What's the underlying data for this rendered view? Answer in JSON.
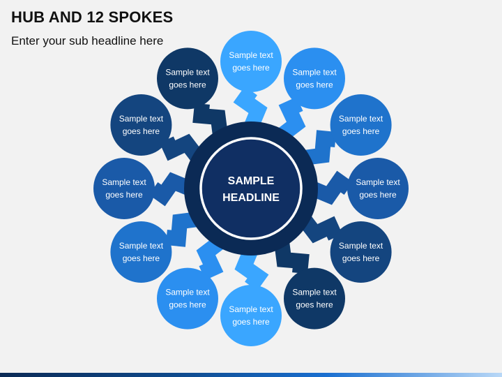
{
  "header": {
    "title": "HUB AND 12 SPOKES",
    "subtitle": "Enter your sub headline here"
  },
  "hub": {
    "line1": "SAMPLE",
    "line2": "HEADLINE",
    "outer_color": "#0b2a55",
    "inner_color": "#102f63"
  },
  "spokes": [
    {
      "line1": "Sample text",
      "line2": "goes here",
      "color": "#3aa6ff"
    },
    {
      "line1": "Sample text",
      "line2": "goes here",
      "color": "#2b8ff0"
    },
    {
      "line1": "Sample text",
      "line2": "goes here",
      "color": "#1f73cc"
    },
    {
      "line1": "Sample text",
      "line2": "goes here",
      "color": "#1a5aa8"
    },
    {
      "line1": "Sample text",
      "line2": "goes here",
      "color": "#14457f"
    },
    {
      "line1": "Sample text",
      "line2": "goes here",
      "color": "#0f3866"
    },
    {
      "line1": "Sample text",
      "line2": "goes here",
      "color": "#3aa6ff"
    },
    {
      "line1": "Sample text",
      "line2": "goes here",
      "color": "#2b8ff0"
    },
    {
      "line1": "Sample text",
      "line2": "goes here",
      "color": "#1f73cc"
    },
    {
      "line1": "Sample text",
      "line2": "goes here",
      "color": "#1a5aa8"
    },
    {
      "line1": "Sample text",
      "line2": "goes here",
      "color": "#14457f"
    },
    {
      "line1": "Sample text",
      "line2": "goes here",
      "color": "#0f3866"
    }
  ]
}
